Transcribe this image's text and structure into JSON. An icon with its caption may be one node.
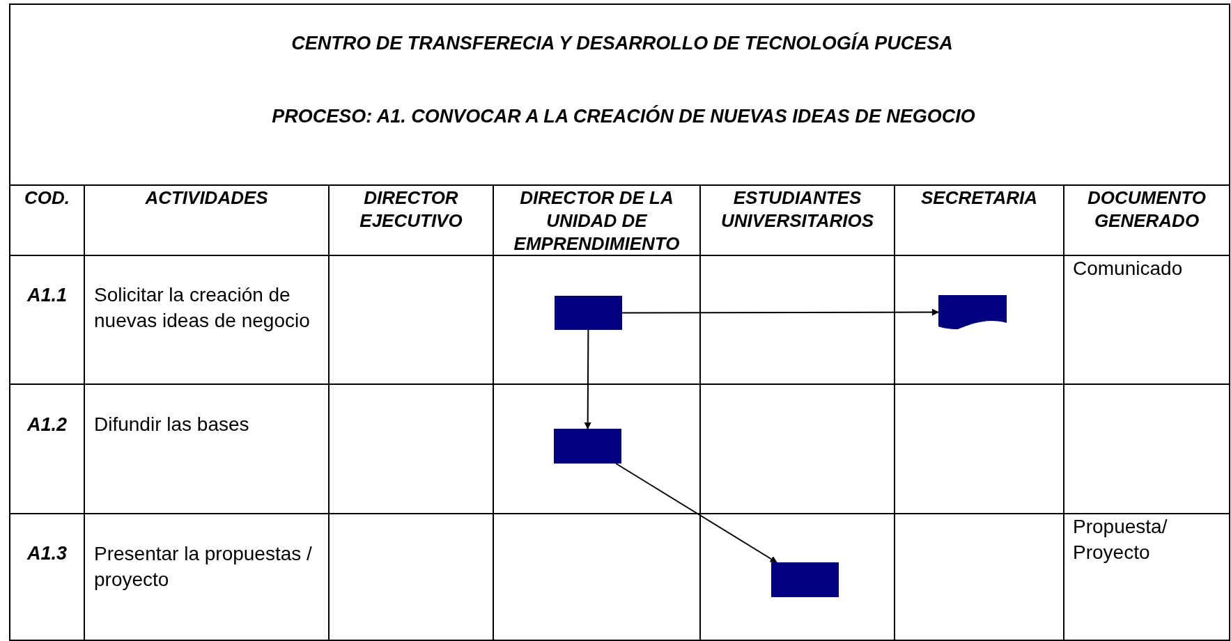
{
  "diagram": {
    "title": "CENTRO DE TRANSFERECIA Y DESARROLLO DE TECNOLOGÍA PUCESA",
    "nodes": [
      {
        "text": [],
        "shape": "box"
      },
      {
        "text": [],
        "shape": "document"
      },
      {
        "text": [],
        "shape": "box"
      },
      {
        "text": [],
        "shape": "box"
      }
    ],
    "edges": [
      {
        "from": 0,
        "to": 1,
        "arrow": "to"
      },
      {
        "from": 0,
        "to": 2,
        "arrow": "to"
      },
      {
        "from": 2,
        "to": 3,
        "arrow": "to"
      }
    ],
    "labels": [
      "PROCESO: A1. CONVOCAR A LA CREACIÓN DE NUEVAS IDEAS DE NEGOCIO",
      "COD.",
      "ACTIVIDADES",
      "DIRECTOR EJECUTIVO",
      "DIRECTOR DE LA UNIDAD DE EMPRENDIMIENTO",
      "ESTUDIANTES UNIVERSITARIOS",
      "SECRETARIA",
      "DOCUMENTO GENERADO",
      "A1.1",
      "Solicitar la creación de nuevas ideas de negocio",
      "Comunicado",
      "A1.2",
      "Difundir las bases",
      "A1.3",
      "Presentar la propuestas / proyecto",
      "Propuesta/ Proyecto"
    ]
  }
}
